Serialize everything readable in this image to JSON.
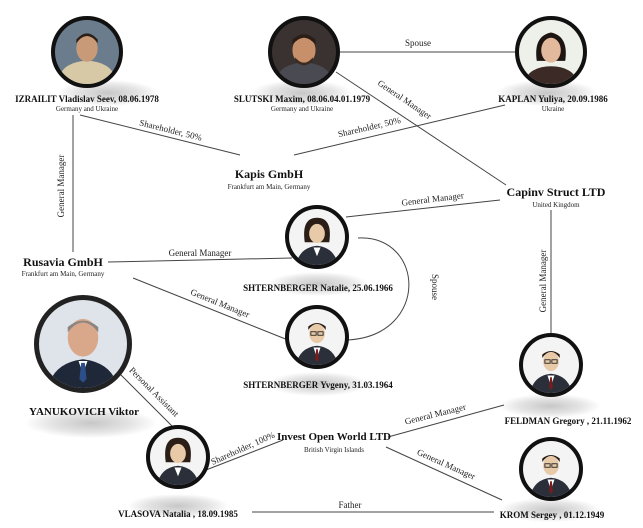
{
  "people": {
    "izrailit": {
      "name": "IZRAILIT Vladislav Seev, 08.06.1978",
      "sub": "Germany and Ukraine",
      "icon": "man-photo-icon"
    },
    "slutski": {
      "name": "SLUTSKI Maxim, 08.06.04.01.1979",
      "sub": "Germany and Ukraine",
      "icon": "man-photo-icon"
    },
    "kaplan": {
      "name": "KAPLAN Yuliya, 20.09.1986",
      "sub": "Ukraine",
      "icon": "woman-photo-icon"
    },
    "shternberger_n": {
      "name": "SHTERNBERGER Natalie, 25.06.1966",
      "icon": "businesswoman-avatar-icon"
    },
    "shternberger_y": {
      "name": "SHTERNBERGER Yvgeny, 31.03.1964",
      "icon": "businessman-avatar-icon"
    },
    "yanukovich": {
      "name": "YANUKOVICH Viktor",
      "icon": "man-photo-icon"
    },
    "vlasova": {
      "name": "VLASOVA Natalia , 18.09.1985",
      "icon": "businesswoman-avatar-icon"
    },
    "feldman": {
      "name": "FELDMAN Gregory , 21.11.1962",
      "icon": "businessman-avatar-icon"
    },
    "krom": {
      "name": "KROM Sergey , 01.12.1949",
      "icon": "businessman-avatar-icon"
    }
  },
  "orgs": {
    "kapis": {
      "name": "Kapis GmbH",
      "sub": "Frankfurt am Main, Germany"
    },
    "capinv": {
      "name": "Capinv Struct LTD",
      "sub": "United Kingdom"
    },
    "rusavia": {
      "name": "Rusavia GmbH",
      "sub": "Frankfurt am Main, Germany"
    },
    "iow": {
      "name": "Invest Open World LTD",
      "sub": "British Virgin Islands"
    }
  },
  "edges": {
    "spouse_top": "Spouse",
    "gm_slutski_capinv": "General Manager",
    "sh_slutski_kapis": "Shareholder, 50%",
    "sh_izrailit_kapis": "Shareholder, 50%",
    "gm_izrailit_rusavia": "General Manager",
    "gm_natalie_capinv": "General Manager",
    "gm_natalie_rusavia": "General Manager",
    "gm_yvgeny_rusavia": "General Manager",
    "spouse_sht": "Spouse",
    "gm_feldman_capinv": "General Manager",
    "pa_yanukovich_vlasova": "Personal Assistant",
    "sh_vlasova_iow": "Shareholder, 100%",
    "gm_feldman_iow": "General Manager",
    "gm_krom_iow": "General Manager",
    "father": "Father"
  },
  "colors": {
    "line": "#444444",
    "frame": "#111111",
    "suit": "#2b2f3a",
    "skin": "#e8c9a8",
    "hair": "#2a1e16"
  }
}
